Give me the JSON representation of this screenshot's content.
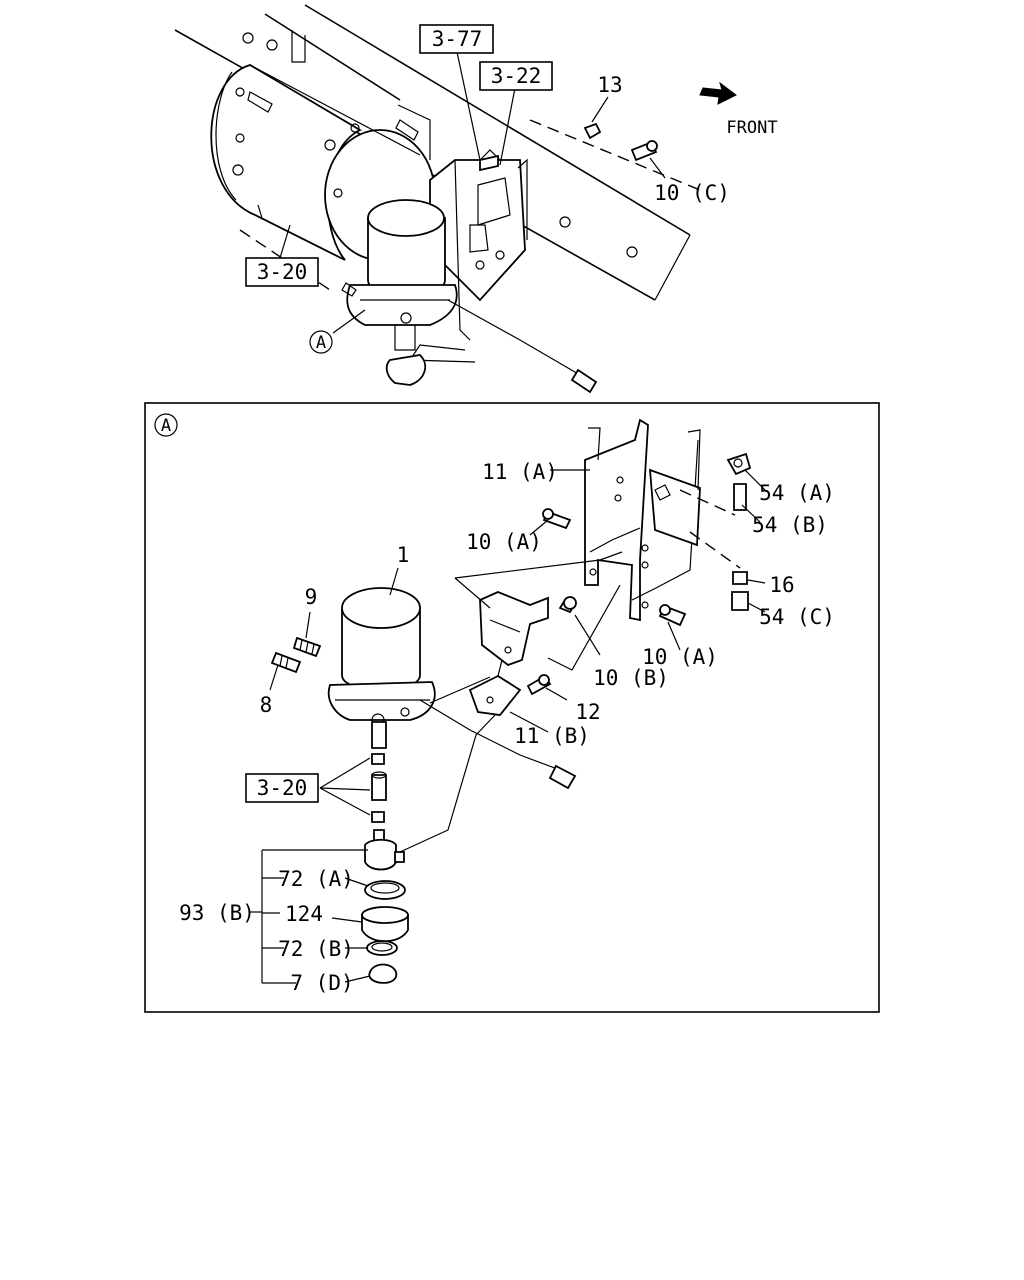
{
  "overview": {
    "refs": {
      "r1": "3-77",
      "r2": "3-22",
      "r3": "3-20"
    },
    "labels": {
      "p13": "13",
      "p10c": "10 (C)",
      "front": "FRONT"
    },
    "callout": "A"
  },
  "detail": {
    "callout": "A",
    "labels": {
      "p1": "1",
      "p9": "9",
      "p8": "8",
      "p11a": "11 (A)",
      "p10a_1": "10 (A)",
      "p10a_2": "10 (A)",
      "p10b": "10 (B)",
      "p12": "12",
      "p11b": "11 (B)",
      "p54a": "54 (A)",
      "p54b": "54 (B)",
      "p16": "16",
      "p54c": "54 (C)",
      "p72a": "72 (A)",
      "p124": "124",
      "p72b": "72 (B)",
      "p7d": "7 (D)",
      "p93b": "93 (B)"
    },
    "ref": "3-20"
  }
}
